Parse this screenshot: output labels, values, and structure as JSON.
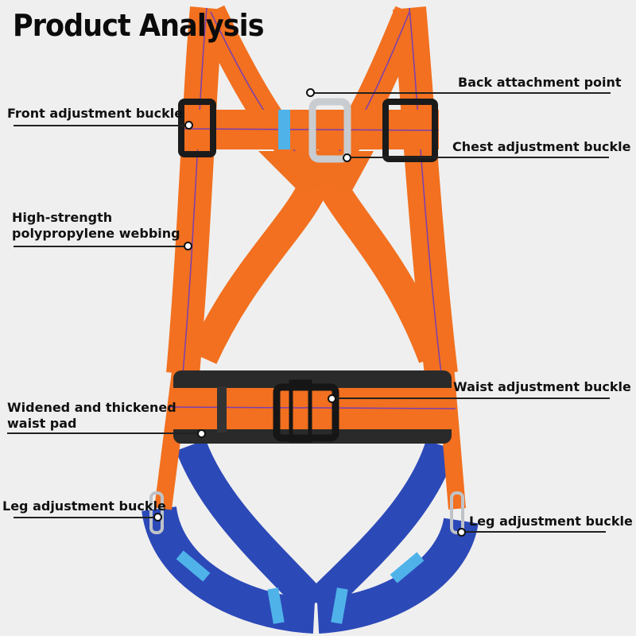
{
  "title": "Product Analysis",
  "colors": {
    "background": "#efefef",
    "webbing_orange": "#f2701f",
    "stitch_purple": "#7a3fb0",
    "leg_blue": "#2c49b8",
    "keeper_light_blue": "#4fb3ea",
    "buckle_black": "#1b1b1b",
    "pad_black": "#2a2a2a",
    "metal": "#c9ccd0"
  },
  "labels": {
    "back_attachment": "Back attachment point",
    "front_adjustment": "Front adjustment buckle",
    "chest_adjustment": "Chest adjustment buckle",
    "webbing_line1": "High-strength",
    "webbing_line2": "polypropylene webbing",
    "waist_adjustment": "Waist adjustment buckle",
    "waist_pad_line1": "Widened and thickened",
    "waist_pad_line2": "waist pad",
    "leg_left": "Leg adjustment buckle",
    "leg_right": "Leg adjustment buckle"
  }
}
